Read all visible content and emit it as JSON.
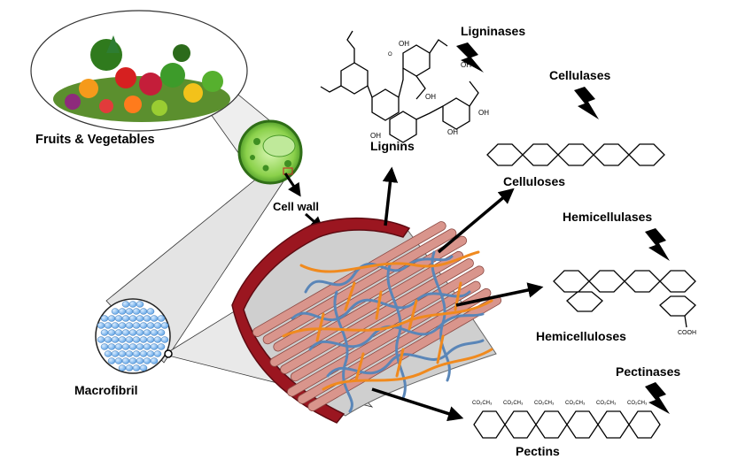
{
  "labels": {
    "fruits": "Fruits & Vegetables",
    "cell_wall": "Cell wall",
    "macrofibril": "Macrofibril",
    "lignins": "Lignins",
    "ligninases": "Ligninases",
    "celluloses": "Celluloses",
    "cellulases": "Cellulases",
    "hemicelluloses": "Hemicelluloses",
    "hemicellulases": "Hemicellulases",
    "pectins": "Pectins",
    "pectinases": "Pectinases"
  },
  "chem": {
    "oh": "OH",
    "o": "O",
    "cooh": "COOH",
    "co2ch3": "CO₂CH₃"
  },
  "colors": {
    "wall": "#9b1620",
    "fibril": "#d9958c",
    "lignin_strand": "#f08a1e",
    "hemi_strand": "#5a86b8",
    "macro_fill": "#7db7ea"
  }
}
